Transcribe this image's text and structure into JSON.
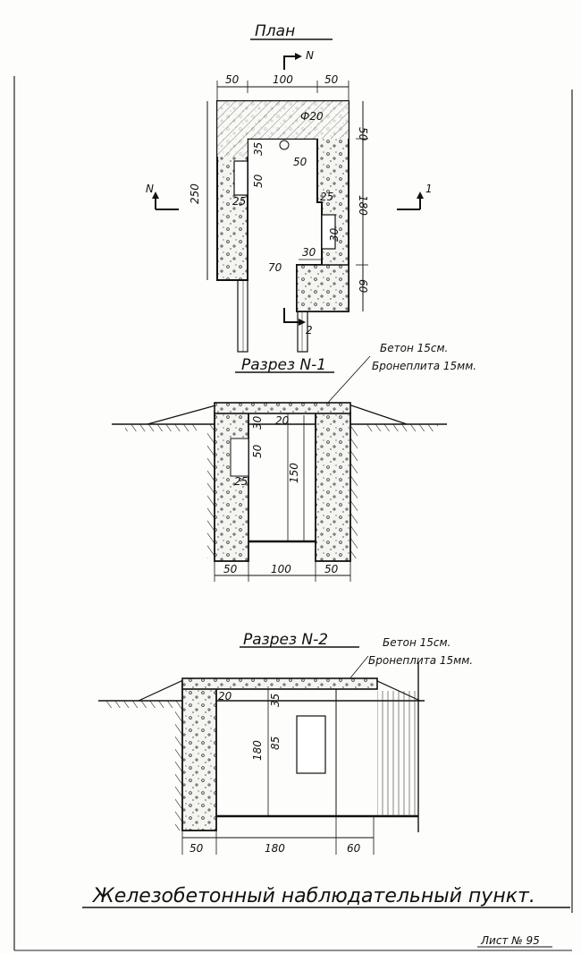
{
  "plan": {
    "title": "План",
    "section_n_label": "N",
    "section_1_label": "1",
    "section_2_label": "2",
    "dims_top": [
      "50",
      "100",
      "50"
    ],
    "dim_left_total": "250",
    "dims_right": [
      "50",
      "180",
      "60"
    ],
    "dim_phi": "Ф20",
    "dim_35": "35",
    "dim_50a": "50",
    "dim_50b": "50",
    "dim_25a": "25",
    "dim_25b": "25",
    "dim_30a": "30",
    "dim_30b": "30",
    "dim_70": "70"
  },
  "section1": {
    "title": "Разрез N-1",
    "note_concrete": "Бетон 15см.",
    "note_armor": "Бронеплита 15мм.",
    "dim_30": "30",
    "dim_20": "20",
    "dim_50": "50",
    "dim_25": "25",
    "dim_150": "150",
    "dims_bottom": [
      "50",
      "100",
      "50"
    ]
  },
  "section2": {
    "title": "Разрез N-2",
    "note_concrete": "Бетон 15см.",
    "note_armor": "Бронеплита 15мм.",
    "dim_20": "20",
    "dim_35": "35",
    "dim_85": "85",
    "dim_180v": "180",
    "dims_bottom": [
      "50",
      "180",
      "60"
    ]
  },
  "caption": "Железобетонный наблюдательный пункт.",
  "sheet_number": "Лист № 95"
}
